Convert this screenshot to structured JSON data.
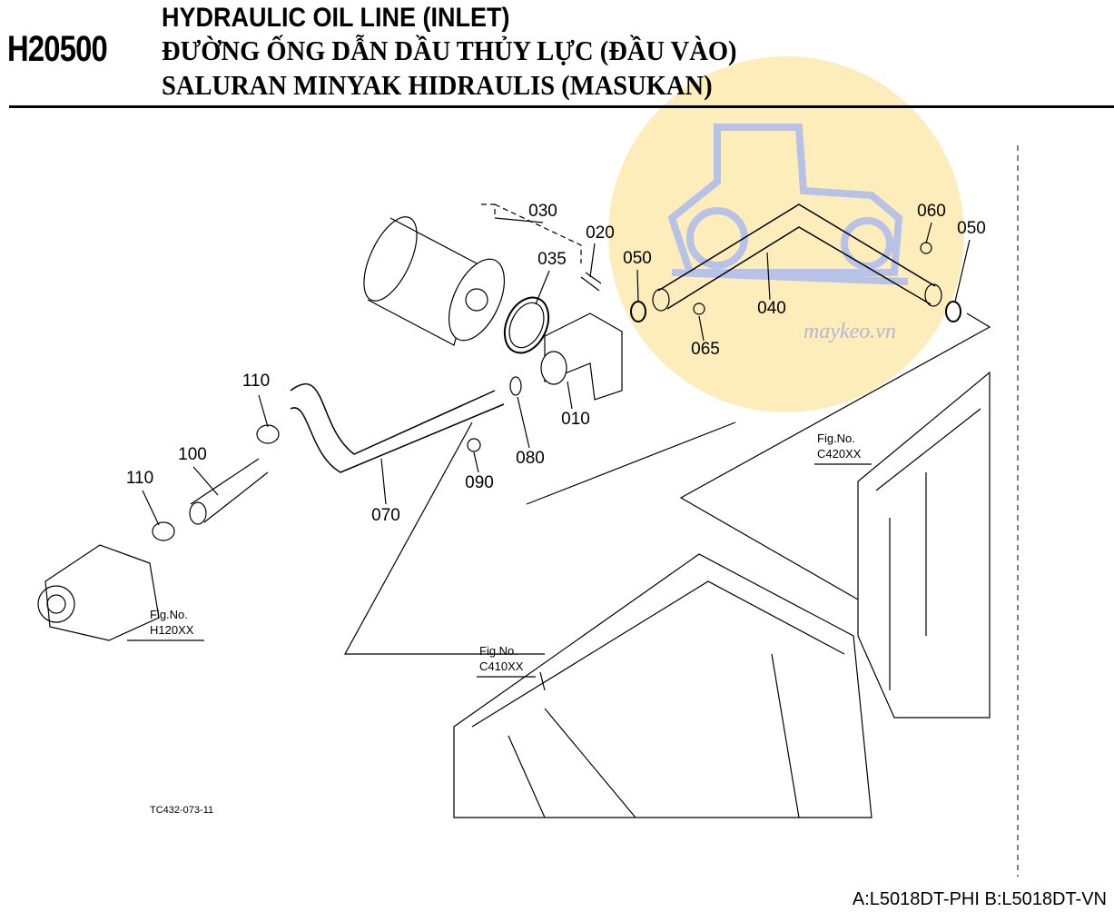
{
  "header": {
    "code": "H20500",
    "title_en": "HYDRAULIC OIL LINE (INLET)",
    "title_vi": "ĐƯỜNG ỐNG DẪN DẦU THỦY LỰC (ĐẦU VÀO)",
    "title_ms": "SALURAN MINYAK HIDRAULIS (MASUKAN)"
  },
  "callouts": [
    "030",
    "020",
    "035",
    "050",
    "060",
    "050",
    "040",
    "065",
    "010",
    "080",
    "090",
    "070",
    "110",
    "100",
    "110"
  ],
  "figure_refs": [
    {
      "label": "Fig.No.",
      "code": "H120XX"
    },
    {
      "label": "Fig.No.",
      "code": "C410XX"
    },
    {
      "label": "Fig.No.",
      "code": "C420XX"
    }
  ],
  "drawing_ref": "TC432-073-11",
  "footer": "A:L5018DT-PHI B:L5018DT-VN",
  "watermark": {
    "text": "maykeo.vn",
    "circle_color": "#fdeab0",
    "logo_color": "#b9c3e6"
  }
}
